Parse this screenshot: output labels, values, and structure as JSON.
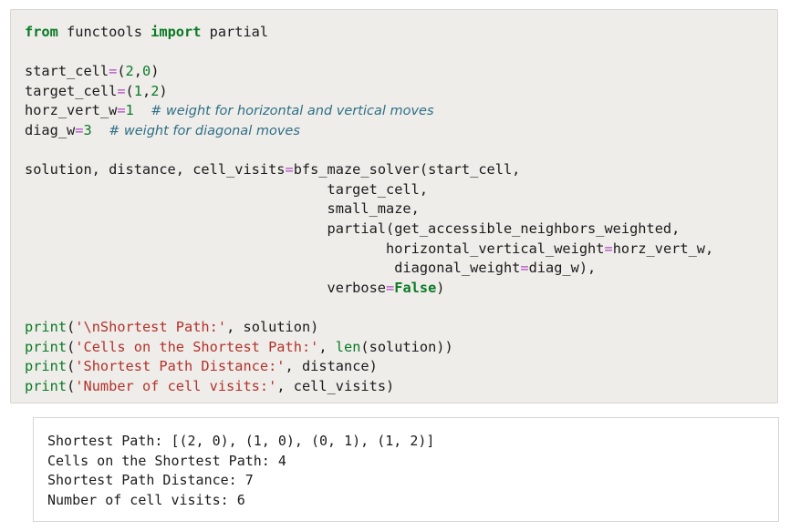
{
  "code": {
    "line1": {
      "kw_from": "from",
      "module": " functools ",
      "kw_import": "import",
      "name": " partial"
    },
    "line3": {
      "var": "start_cell",
      "eq": "=",
      "lp": "(",
      "n1": "2",
      "comma": ",",
      "n2": "0",
      "rp": ")"
    },
    "line4": {
      "var": "target_cell",
      "eq": "=",
      "lp": "(",
      "n1": "1",
      "comma": ",",
      "n2": "2",
      "rp": ")"
    },
    "line5": {
      "var": "horz_vert_w",
      "eq": "=",
      "num": "1",
      "comment": "# weight for horizontal and vertical moves"
    },
    "line6": {
      "var": "diag_w",
      "eq": "=",
      "num": "3",
      "comment": "# weight for diagonal moves"
    },
    "line8": {
      "text": "solution, distance, cell_visits",
      "eq": "=",
      "call": "bfs_maze_solver(start_cell,"
    },
    "line9": {
      "text": "target_cell,"
    },
    "line10": {
      "text": "small_maze,"
    },
    "line11": {
      "text": "partial(get_accessible_neighbors_weighted,"
    },
    "line12": {
      "kw": "horizontal_vertical_weight",
      "eq": "=",
      "val": "horz_vert_w,"
    },
    "line13": {
      "kw": "diagonal_weight",
      "eq": "=",
      "val": "diag_w),"
    },
    "line14": {
      "kw": "verbose",
      "eq": "=",
      "val": "False",
      "close": ")"
    },
    "line16": {
      "fn": "print",
      "lp": "(",
      "str": "'\\nShortest Path:'",
      "rest": ", solution)"
    },
    "line17": {
      "fn": "print",
      "lp": "(",
      "str": "'Cells on the Shortest Path:'",
      "mid": ", ",
      "fn2": "len",
      "rest": "(solution))"
    },
    "line18": {
      "fn": "print",
      "lp": "(",
      "str": "'Shortest Path Distance:'",
      "rest": ", distance)"
    },
    "line19": {
      "fn": "print",
      "lp": "(",
      "str": "'Number of cell visits:'",
      "rest": ", cell_visits)"
    }
  },
  "output": {
    "lines": [
      "Shortest Path: [(2, 0), (1, 0), (0, 1), (1, 2)]",
      "Cells on the Shortest Path: 4",
      "Shortest Path Distance: 7",
      "Number of cell visits: 6"
    ]
  },
  "colors": {
    "keyword": "#0a7a25",
    "operator": "#b04ac0",
    "string": "#b3322b",
    "comment": "#2e6f86",
    "cell_background": "#efedea"
  }
}
